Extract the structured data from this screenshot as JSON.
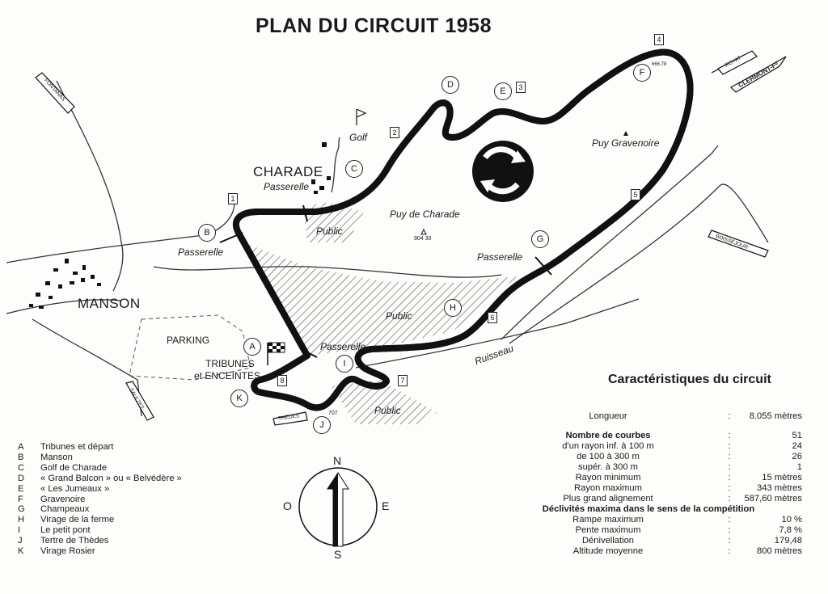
{
  "title": "PLAN DU CIRCUIT 1958",
  "places": {
    "charade": "CHARADE",
    "manson": "MANSON",
    "golf": "Golf",
    "passerelle": "Passerelle",
    "public": "Public",
    "puy_charade": "Puy de Charade",
    "puy_charade_alt": "904 30",
    "puy_gravenoire": "Puy Gravenoire",
    "parking": "PARKING",
    "tribunes": "TRIBUNES",
    "enceintes": "et ENCEINTES",
    "ruisseau": "Ruisseau",
    "alt_f": "666.78",
    "alt_j": "707"
  },
  "signs": {
    "fontanas": "FONTANAS",
    "royat": "ROYAT",
    "clermont": "CLERMONT-Fᵈ",
    "boisséjour": "BOISSÉJOUR",
    "theds": "THÈDES",
    "saulzet": "SAULZET"
  },
  "markers": [
    "A",
    "B",
    "C",
    "D",
    "E",
    "F",
    "G",
    "H",
    "I",
    "J",
    "K"
  ],
  "numbers": [
    "1",
    "2",
    "3",
    "4",
    "5",
    "6",
    "7",
    "8"
  ],
  "compass": {
    "n": "N",
    "s": "S",
    "e": "E",
    "o": "O"
  },
  "legend": [
    {
      "key": "A",
      "text": "Tribunes et départ"
    },
    {
      "key": "B",
      "text": "Manson"
    },
    {
      "key": "C",
      "text": "Golf de Charade"
    },
    {
      "key": "D",
      "text": "« Grand Balcon » ou « Belvédère »"
    },
    {
      "key": "E",
      "text": "« Les Jumeaux »"
    },
    {
      "key": "F",
      "text": "Gravenoire"
    },
    {
      "key": "G",
      "text": "Champeaux"
    },
    {
      "key": "H",
      "text": "Virage de la ferme"
    },
    {
      "key": "I",
      "text": "Le petit pont"
    },
    {
      "key": "J",
      "text": "Tertre de Thèdes"
    },
    {
      "key": "K",
      "text": "Virage Rosier"
    }
  ],
  "specs_title": "Caractéristiques du circuit",
  "specs": [
    {
      "label": "Longueur",
      "colon": ":",
      "value": "8.055 mètres"
    },
    {
      "label": "Nombre de courbes",
      "colon": ":",
      "value": "51"
    },
    {
      "label": "d'un rayon inf. à 100 m",
      "colon": ":",
      "value": "24"
    },
    {
      "label": "de 100 à 300 m",
      "colon": ":",
      "value": "26"
    },
    {
      "label": "supér. à 300 m",
      "colon": ":",
      "value": "1"
    },
    {
      "label": "Rayon minimum",
      "colon": ":",
      "value": "15 mètres"
    },
    {
      "label": "Rayon maximum",
      "colon": ":",
      "value": "343 mètres"
    },
    {
      "label": "Plus grand alignement",
      "colon": ":",
      "value": "587,60 mètres"
    },
    {
      "label": "Déclivités maxima dans le sens de la compétition",
      "colon": "",
      "value": ""
    },
    {
      "label": "Rampe maximum",
      "colon": ":",
      "value": "10 %"
    },
    {
      "label": "Pente maximum",
      "colon": ":",
      "value": "7,8 %"
    },
    {
      "label": "Dénivellation",
      "colon": ":",
      "value": "179,48"
    },
    {
      "label": "Altitude moyenne",
      "colon": ":",
      "value": "800 mètres"
    }
  ]
}
